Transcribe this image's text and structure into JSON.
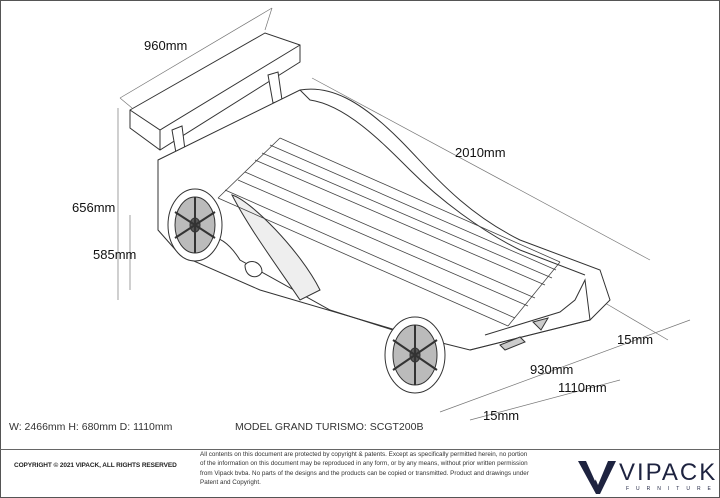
{
  "dimensions": {
    "spoiler_width": "960mm",
    "length": "2010mm",
    "total_height": "656mm",
    "side_height": "585mm",
    "thickness_top": "15mm",
    "inner_width": "930mm",
    "outer_width": "1110mm",
    "thickness_bottom": "15mm"
  },
  "summary": "W: 2466mm H: 680mm D: 1110mm",
  "model": "MODEL GRAND TURISMO: SCGT200B",
  "footer": {
    "copyright": "COPYRIGHT  © 2021 VIPACK, ALL RIGHTS RESERVED",
    "legal": "All contents on this document are protected by copyright & patents. Except as specifically permitted herein, no portion of the information on this document may be reproduced in any form, or by any means, without prior written permission from Vipack bvba. No parts of the designs and the products can be copied or transmitted. Product and drawings under Patent and Copyright.",
    "brand": "VIPACK",
    "brand_sub": "FURNITURE",
    "brand_color": "#1e2340"
  }
}
